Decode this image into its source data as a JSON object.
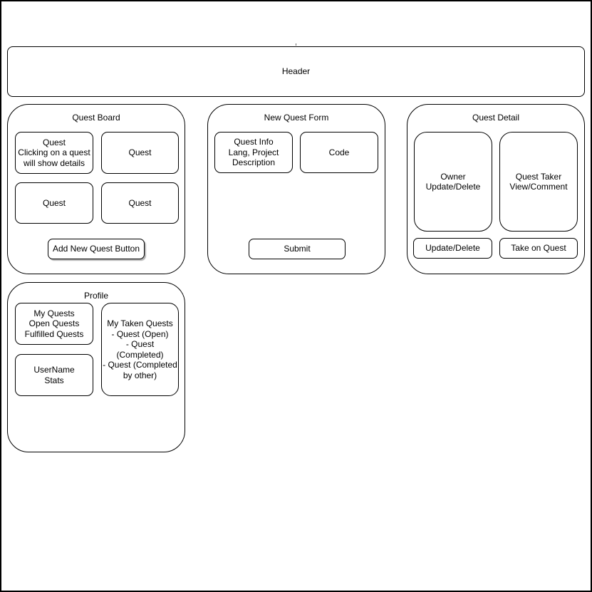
{
  "header": {
    "label": "Header"
  },
  "panels": {
    "quest_board": {
      "title": "Quest Board",
      "quest_main": "Quest\nClicking on a quest\nwill show details",
      "quest_2": "Quest",
      "quest_3": "Quest",
      "quest_4": "Quest",
      "add_button": "Add New Quest Button"
    },
    "new_quest_form": {
      "title": "New Quest Form",
      "quest_info": "Quest Info\nLang, Project\nDescription",
      "code": "Code",
      "submit": "Submit"
    },
    "quest_detail": {
      "title": "Quest Detail",
      "owner_area": "Owner\nUpdate/Delete",
      "quest_taker_area": "Quest Taker\nView/Comment",
      "update_delete_button": "Update/Delete",
      "take_on_quest_button": "Take on Quest"
    },
    "profile": {
      "title": "Profile",
      "my_quests": "My Quests\nOpen Quests\nFulfilled Quests",
      "username_stats": "UserName\nStats",
      "my_taken_quests": "My Taken Quests\n- Quest (Open)\n- Quest\n(Completed)\n- Quest (Completed\nby other)"
    }
  },
  "colors": {
    "stroke": "#000000",
    "background": "#ffffff",
    "button_shadow": "#b3b3b3"
  }
}
